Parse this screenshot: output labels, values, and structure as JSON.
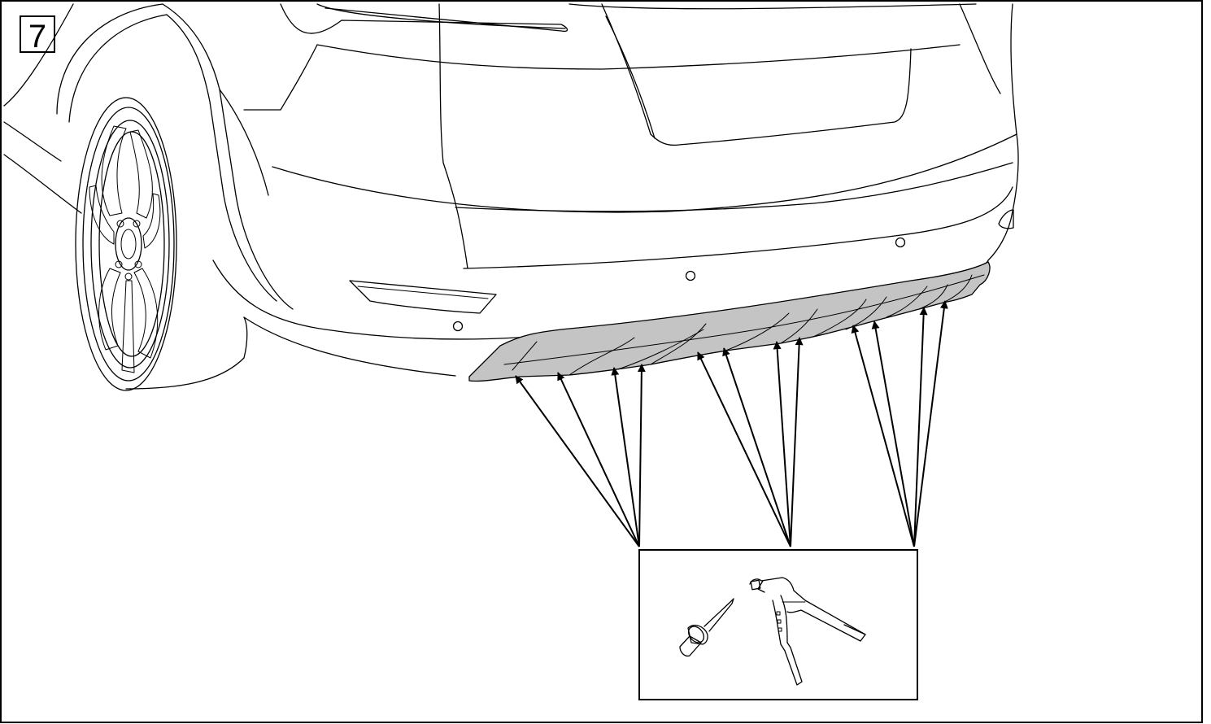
{
  "diagram": {
    "step_number": "7",
    "colors": {
      "line": "#000000",
      "diffuser_fill": "#c4c4c4",
      "background": "#ffffff"
    },
    "parts": {
      "car": "car-rear-icon",
      "diffuser": "rear-diffuser-icon",
      "rivet": "blind-rivet-icon",
      "tool": "rivet-gun-icon"
    },
    "arrow_groups": [
      {
        "name": "left-group",
        "count": 4
      },
      {
        "name": "middle-group",
        "count": 4
      },
      {
        "name": "right-group",
        "count": 4
      }
    ]
  }
}
